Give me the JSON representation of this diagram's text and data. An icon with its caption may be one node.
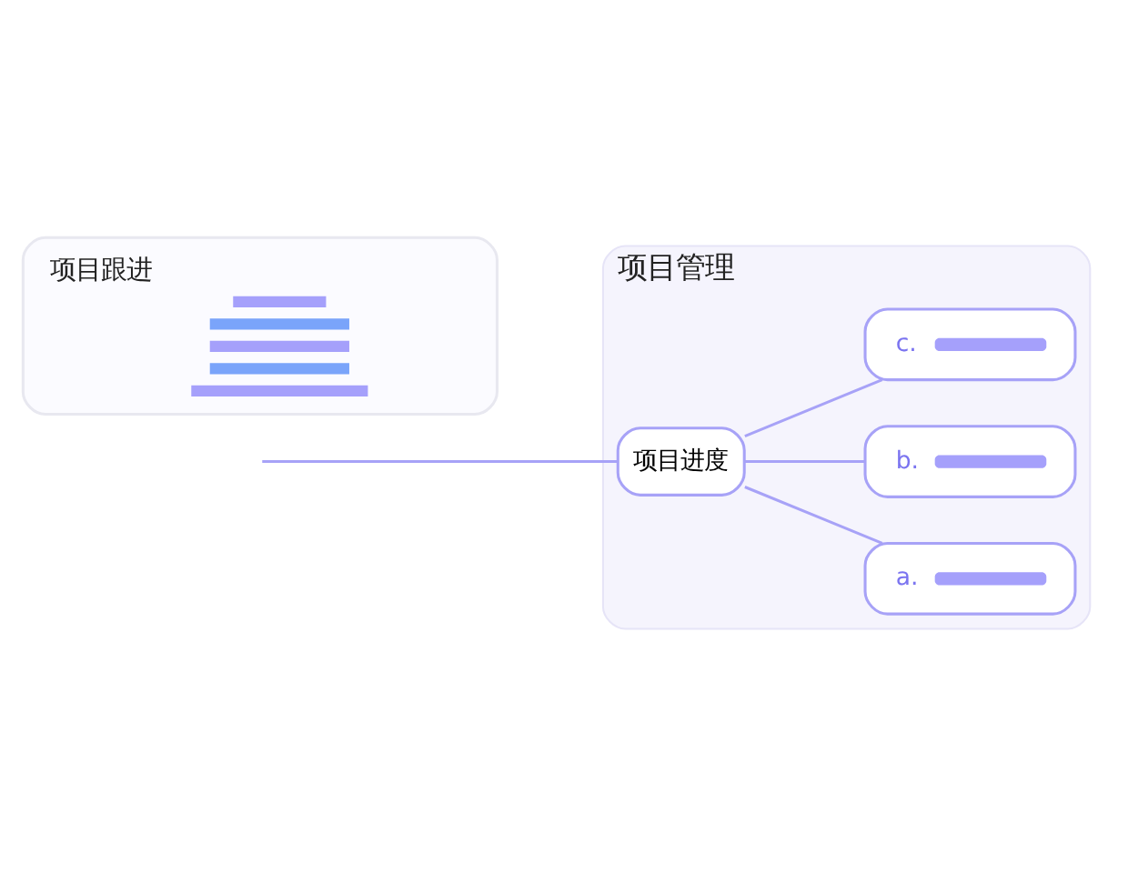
{
  "diagram": {
    "nodes": [
      {
        "text": [
          "项目管理"
        ]
      },
      {
        "text": [
          "项目跟进"
        ]
      },
      {
        "text": [
          "项目进度"
        ],
        "in": 0
      },
      {
        "text": [
          "a."
        ],
        "in": 0
      },
      {
        "text": [
          "b."
        ],
        "in": 0
      },
      {
        "text": [
          "c."
        ],
        "in": 0
      }
    ],
    "edges": [
      {
        "from": null,
        "to": 2,
        "arrow": "none"
      },
      {
        "from": 2,
        "to": 3,
        "arrow": "none"
      },
      {
        "from": 2,
        "to": 4,
        "arrow": "none"
      },
      {
        "from": 2,
        "to": 5,
        "arrow": "none"
      }
    ]
  }
}
